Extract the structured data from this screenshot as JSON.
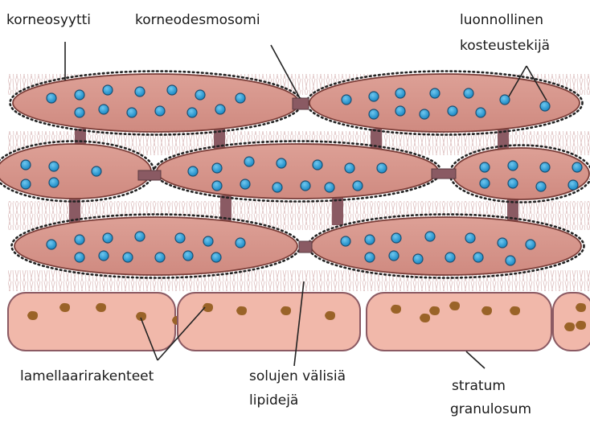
{
  "labels": {
    "corneocyte": "korneosyytti",
    "corneodesmosome": "korneodesmosomi",
    "nmf_line1": "luonnollinen",
    "nmf_line2": "kosteustekijä",
    "lamellar": "lamellaarirakenteet",
    "lipids_line1": "solujen välisiä",
    "lipids_line2": "lipidejä",
    "granulosum_line1": "stratum",
    "granulosum_line2": "granulosum"
  },
  "colors": {
    "corneocyte_fill": "#d9938a",
    "corneocyte_outline": "#7a3d38",
    "envelope_dots": "#222222",
    "moisture_factor": "#1e90c8",
    "moisture_factor_outline": "#1b4f72",
    "desmosome": "#8a5a63",
    "lipid_strands": "#d8b4b4",
    "granulosum_fill": "#f1b8aa",
    "granulosum_outline": "#8b5a63",
    "lamellar_body": "#9a6328",
    "pointer_line": "#222222"
  }
}
